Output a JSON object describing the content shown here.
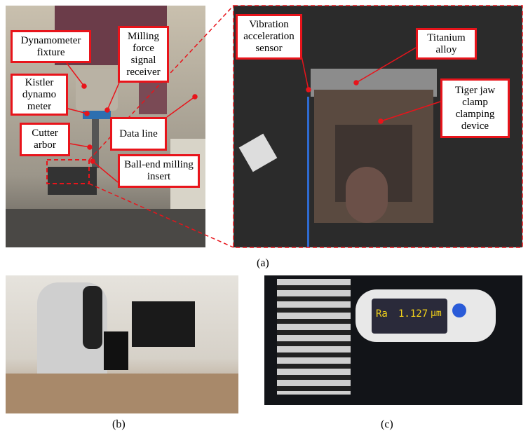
{
  "panel_a": {
    "caption": "(a)",
    "labels": {
      "dynamometer_fixture": "Dynamometer fixture",
      "milling_force_receiver": "Milling force signal receiver",
      "kistler": "Kistler dynamo meter",
      "cutter_arbor": "Cutter arbor",
      "data_line": "Data line",
      "ball_end": "Ball-end milling insert",
      "vibration_sensor": "Vibration acceleration sensor",
      "titanium": "Titanium alloy",
      "tiger_jaw": "Tiger jaw clamp clamping device"
    },
    "colors": {
      "callout": "#e8141b"
    }
  },
  "panel_b": {
    "caption": "(b)"
  },
  "panel_c": {
    "caption": "(c)",
    "display": {
      "param": "Ra",
      "value": "1.127",
      "unit": "µm"
    }
  }
}
